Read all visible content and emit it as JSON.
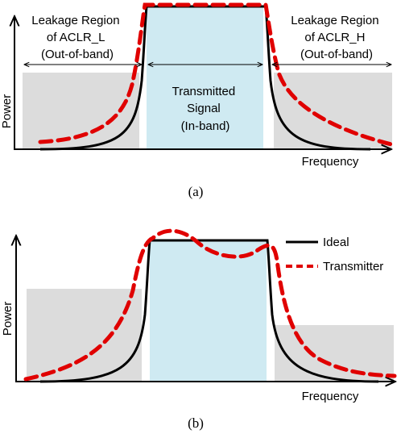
{
  "panel_a": {
    "y_label": "Power",
    "x_label": "Frequency",
    "left_region_lines": [
      "Leakage Region",
      "of ACLR_L",
      "(Out-of-band)"
    ],
    "right_region_lines": [
      "Leakage Region",
      "of ACLR_H",
      "(Out-of-band)"
    ],
    "center_lines": [
      "Transmitted",
      "Signal",
      "(In-band)"
    ],
    "caption": "(a)"
  },
  "panel_b": {
    "y_label": "Power",
    "x_label": "Frequency",
    "legend_ideal": "Ideal",
    "legend_transmitter": "Transmitter",
    "caption": "(b)"
  },
  "colors": {
    "ideal": "#000000",
    "transmitter": "#e00000",
    "in_band": "#cfeaf2",
    "out_of_band": "#dcdcdc"
  }
}
